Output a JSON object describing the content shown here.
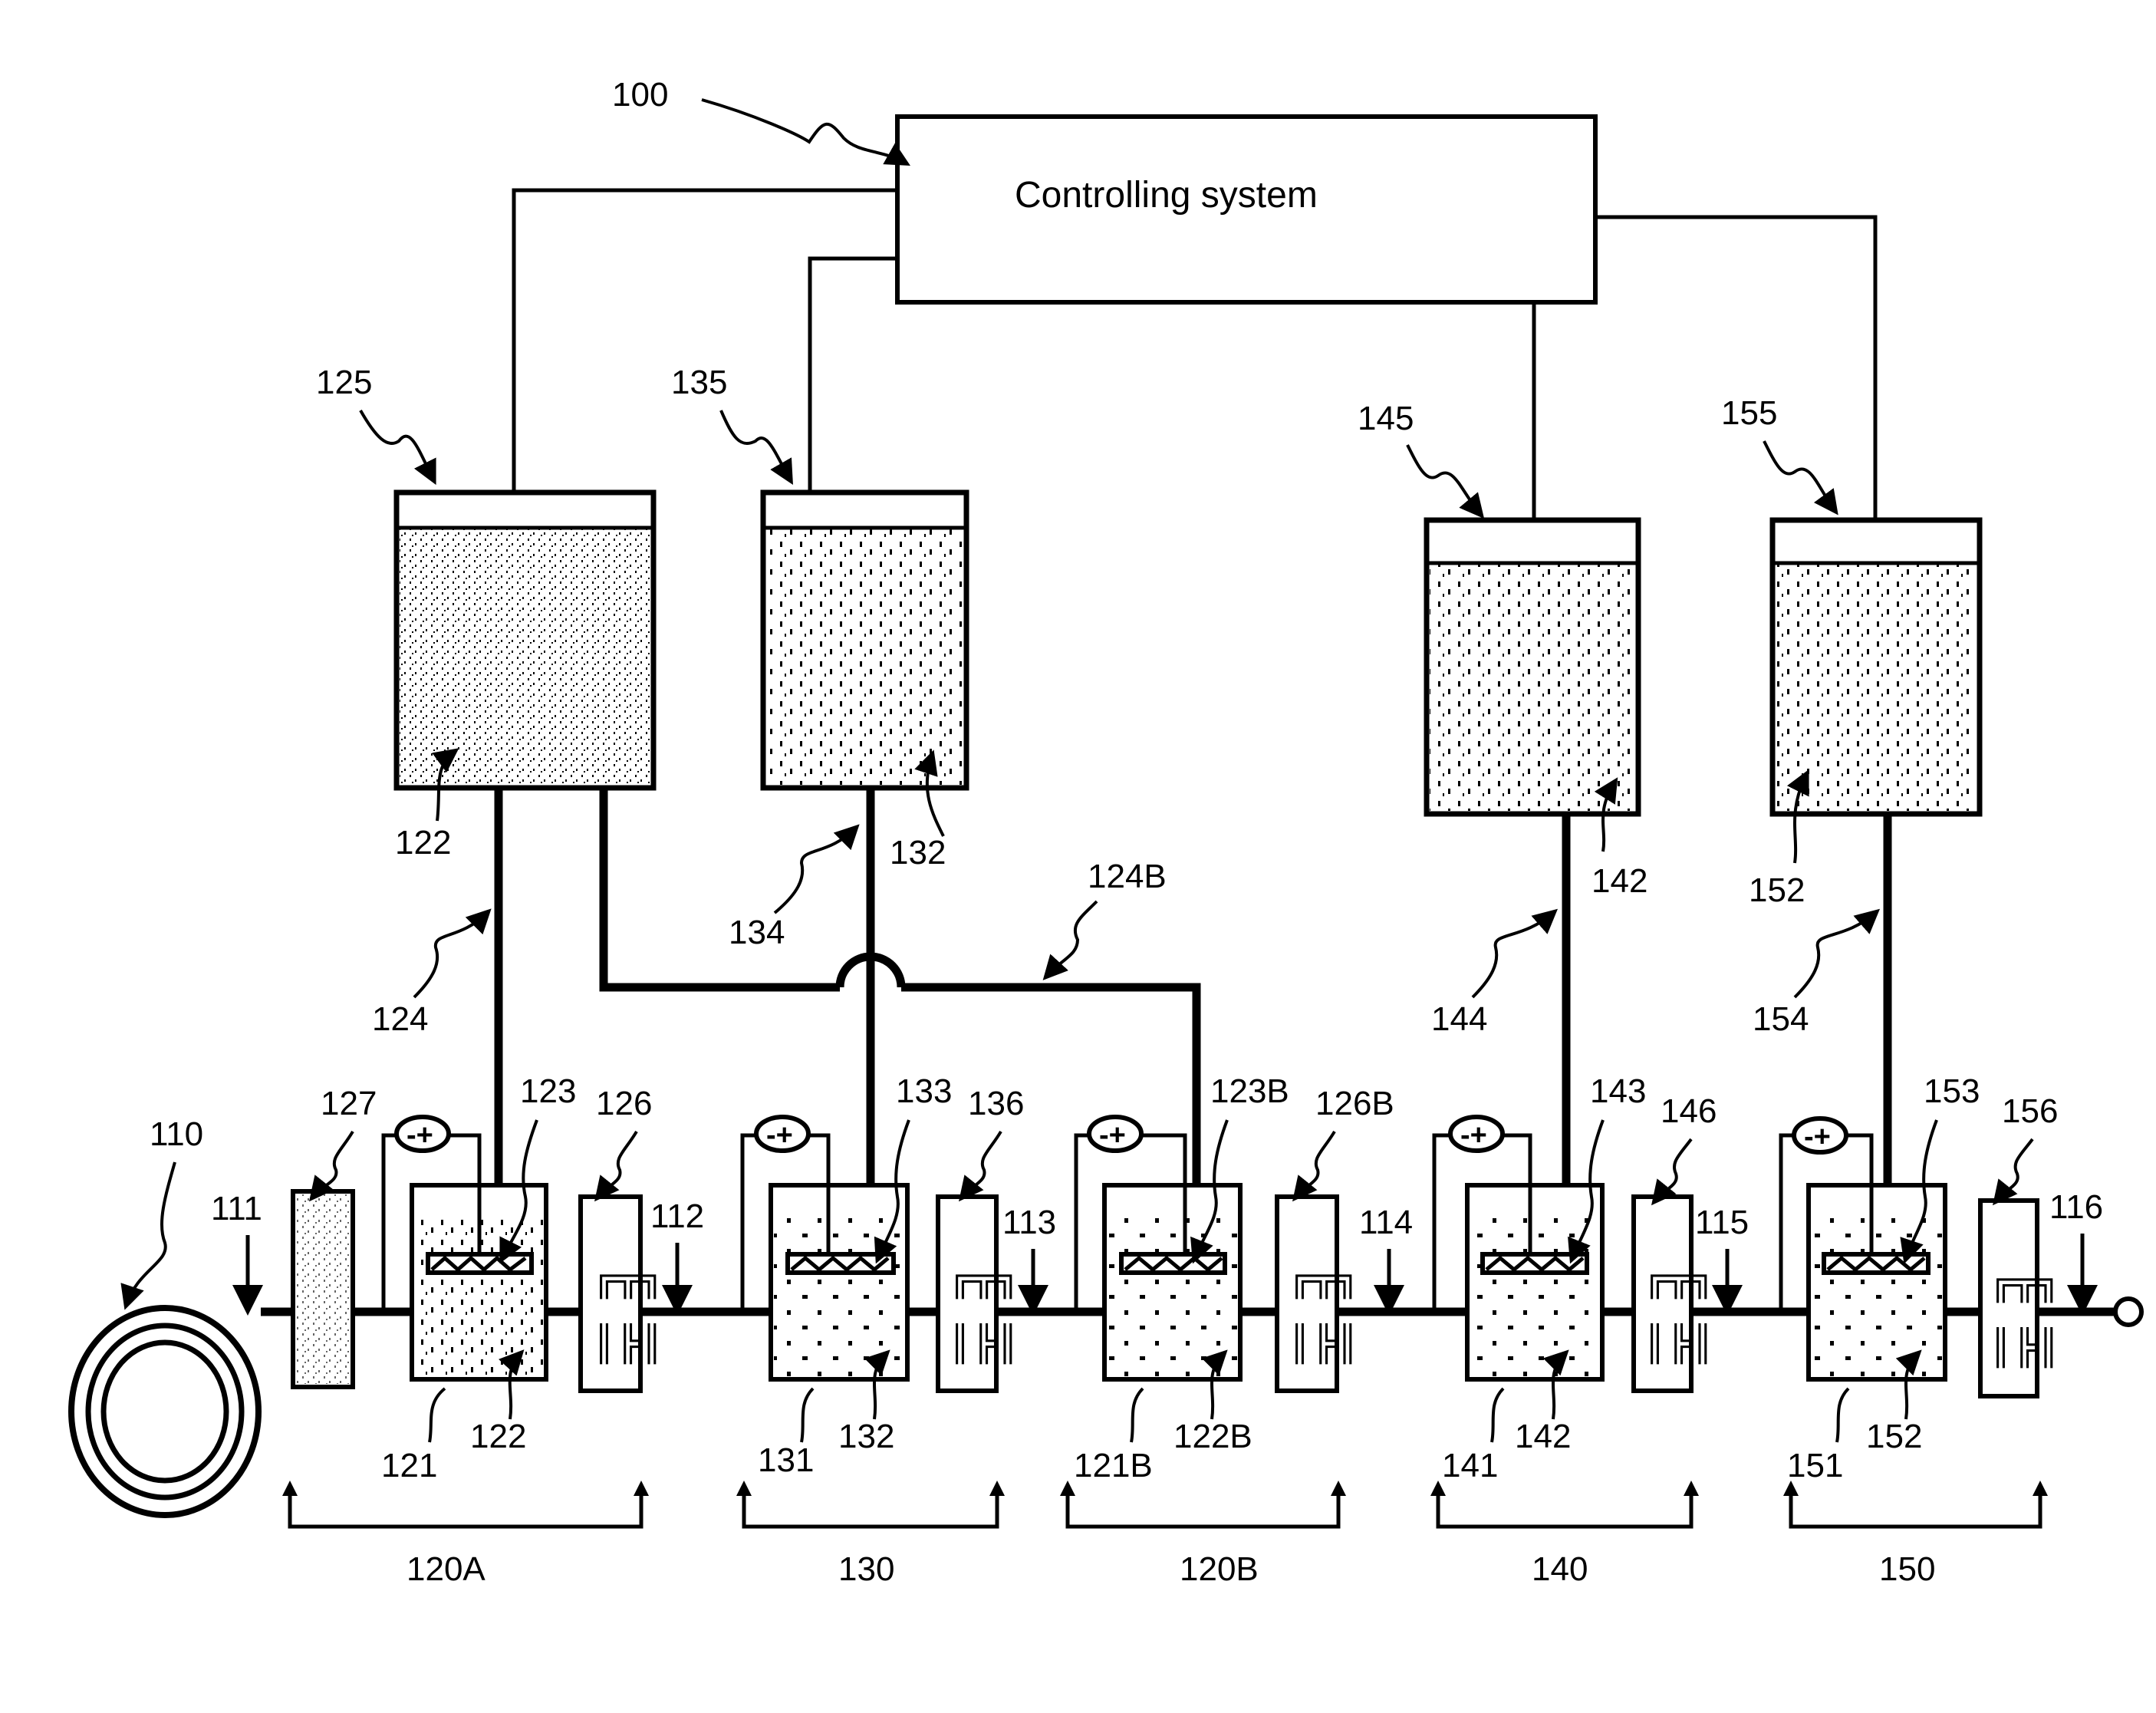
{
  "controller": {
    "title": "Controlling system",
    "ref": "100"
  },
  "coil": {
    "ref": "110"
  },
  "line_points": [
    "111",
    "112",
    "113",
    "114",
    "115",
    "116"
  ],
  "tanks": [
    {
      "ref": "125",
      "fill_ref": "122",
      "pipe_ref": "124"
    },
    {
      "ref": "135",
      "fill_ref": "132",
      "pipe_ref": "134"
    },
    {
      "ref": "145",
      "fill_ref": "142",
      "pipe_ref": "144"
    },
    {
      "ref": "155",
      "fill_ref": "152",
      "pipe_ref": "154"
    }
  ],
  "branch_pipe": {
    "ref": "124B"
  },
  "stations": [
    {
      "group": "120A",
      "pre_roller": "127",
      "bath": "121",
      "liquid": "122",
      "electrode": "123",
      "post_roller": "126"
    },
    {
      "group": "130",
      "bath": "131",
      "liquid": "132",
      "electrode": "133",
      "post_roller": "136"
    },
    {
      "group": "120B",
      "bath": "121B",
      "liquid": "122B",
      "electrode": "123B",
      "post_roller": "126B"
    },
    {
      "group": "140",
      "bath": "141",
      "liquid": "142",
      "electrode": "143",
      "post_roller": "146"
    },
    {
      "group": "150",
      "bath": "151",
      "liquid": "152",
      "electrode": "153",
      "post_roller": "156"
    }
  ],
  "power_supply_symbol": "-+"
}
